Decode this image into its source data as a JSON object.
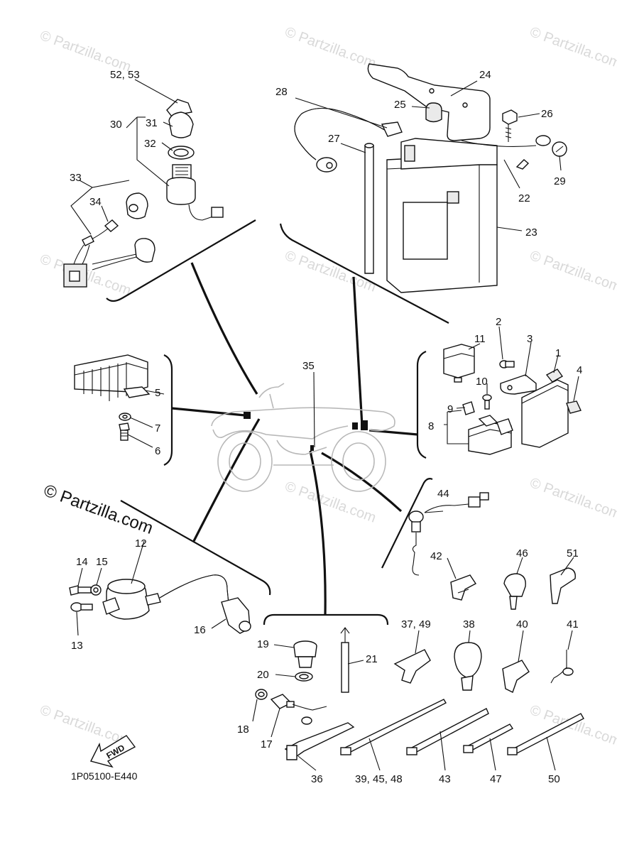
{
  "watermarks": [
    "© Partzilla.com",
    "© Partzilla.com",
    "© Partzilla.com",
    "© Partzilla.com",
    "© Partzilla.com",
    "© Partzilla.com",
    "© Partzilla.com",
    "© Partzilla.com",
    "© Partzilla.com",
    "© Partzilla.com"
  ],
  "watermark_main": "© Partzilla.com",
  "fwd_label": "FWD",
  "diagram_code": "1P05100-E440",
  "callouts": {
    "c1": "1",
    "c2": "2",
    "c3": "3",
    "c4": "4",
    "c5": "5",
    "c6": "6",
    "c7": "7",
    "c8": "8",
    "c9": "9",
    "c10": "10",
    "c11": "11",
    "c12": "12",
    "c13": "13",
    "c14": "14",
    "c15": "15",
    "c16": "16",
    "c17": "17",
    "c18": "18",
    "c19": "19",
    "c20": "20",
    "c21": "21",
    "c22": "22",
    "c23": "23",
    "c24": "24",
    "c25": "25",
    "c26": "26",
    "c27": "27",
    "c28": "28",
    "c29": "29",
    "c30": "30",
    "c31": "31",
    "c32": "32",
    "c33": "33",
    "c34": "34",
    "c35": "35",
    "c36": "36",
    "c37_49": "37, 49",
    "c38": "38",
    "c39_45_48": "39, 45, 48",
    "c40": "40",
    "c41": "41",
    "c42": "42",
    "c43": "43",
    "c44": "44",
    "c46": "46",
    "c47": "47",
    "c50": "50",
    "c51": "51",
    "c52_53": "52, 53"
  }
}
